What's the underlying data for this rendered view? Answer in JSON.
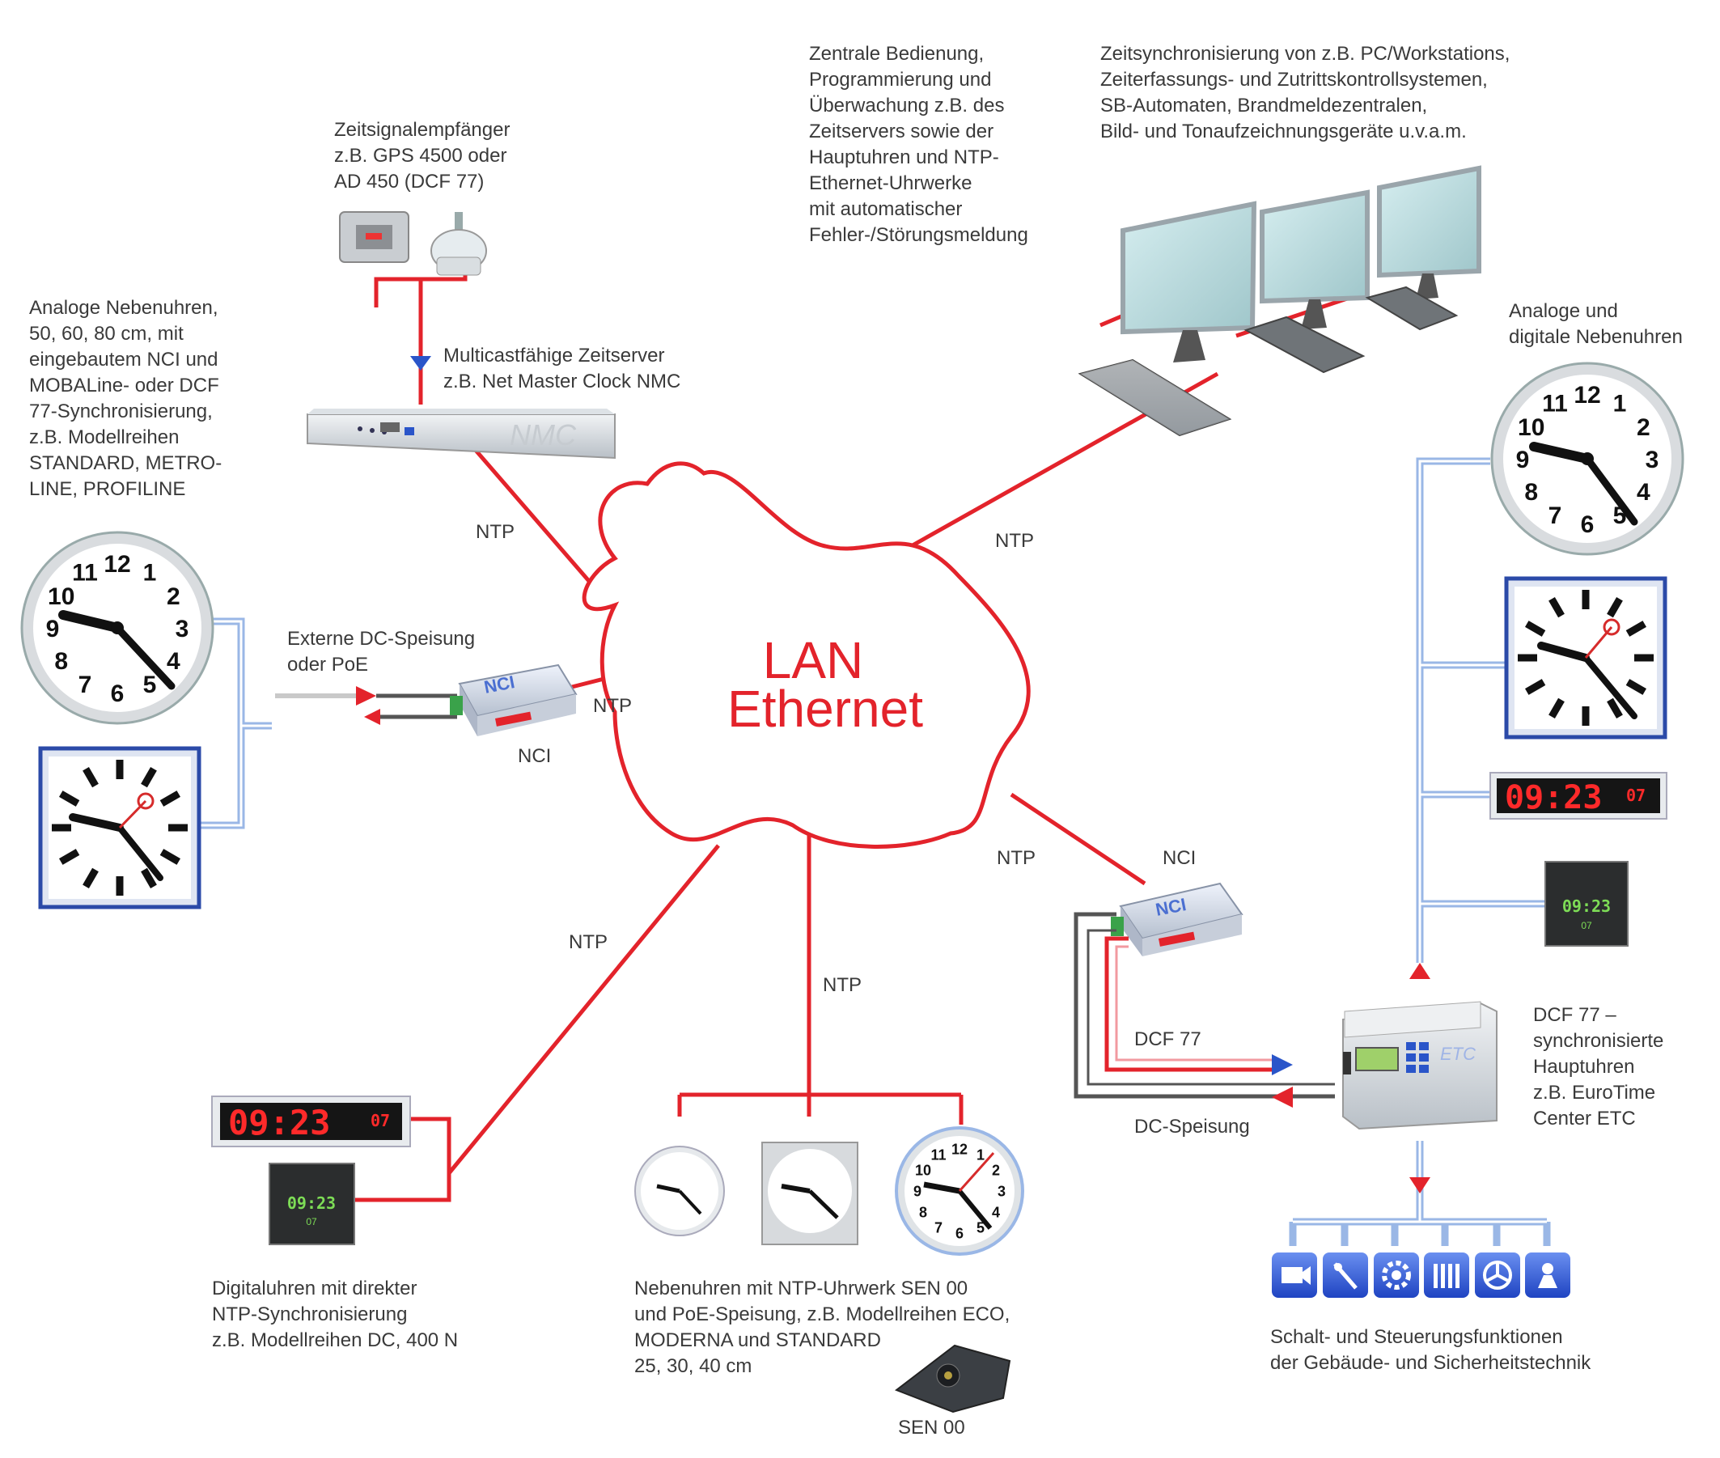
{
  "cloud": {
    "line1": "LAN",
    "line2": "Ethernet"
  },
  "labels": {
    "receiver": [
      "Zeitsignalempfänger",
      "z.B. GPS 4500 oder",
      "AD 450 (DCF 77)"
    ],
    "timeserver": [
      "Multicastfähige Zeitserver",
      "z.B. Net Master Clock NMC"
    ],
    "central": [
      "Zentrale Bedienung,",
      "Programmierung und",
      "Überwachung z.B. des",
      "Zeitservers sowie der",
      "Hauptuhren und NTP-",
      "Ethernet-Uhrwerke",
      "mit automatischer",
      "Fehler-/Störungsmeldung"
    ],
    "sync": [
      "Zeitsynchronisierung von z.B. PC/Workstations,",
      "Zeiterfassungs- und Zutrittskontrollsystemen,",
      "SB-Automaten, Brandmeldezentralen,",
      "Bild- und Tonaufzeichnungsgeräte u.v.a.m."
    ],
    "analog_left": [
      "Analoge Nebenuhren,",
      "50, 60, 80 cm, mit",
      "eingebautem NCI und",
      "MOBALine- oder DCF",
      "77-Synchronisierung,",
      "z.B. Modellreihen",
      "STANDARD, METRO-",
      "LINE, PROFILINE"
    ],
    "analog_right": [
      "Analoge und",
      "digitale Nebenuhren"
    ],
    "external_power": [
      "Externe DC-Speisung",
      "oder PoE"
    ],
    "nci_left": "NCI",
    "nci_right": "NCI",
    "dcf77": "DCF 77",
    "dc_supply": "DC-Speisung",
    "master_clocks": [
      "DCF 77 –",
      "synchronisierte",
      "Hauptuhren",
      "z.B. EuroTime",
      "Center ETC"
    ],
    "digital_clocks": [
      "Digitaluhren mit direkter",
      "NTP-Synchronisierung",
      "z.B. Modellreihen DC, 400 N"
    ],
    "ntp_clocks": [
      "Nebenuhren mit NTP-Uhrwerk SEN 00",
      "und PoE-Speisung, z.B. Modellreihen ECO,",
      "MODERNA und STANDARD",
      "25, 30, 40 cm"
    ],
    "sen00": "SEN 00",
    "building": [
      "Schalt- und Steuerungsfunktionen",
      "der Gebäude- und Sicherheitstechnik"
    ]
  },
  "ntp_labels": {
    "nmc": "NTP",
    "pcs": "NTP",
    "nci_left": "NTP",
    "nci_right": "NTP",
    "digital": "NTP",
    "bottom": "NTP"
  },
  "device_text": {
    "nmc": "NMC",
    "nci": "NCI",
    "etc": "ETC"
  },
  "displays": {
    "led_time": "09:23",
    "led_seconds": "07",
    "square_time": "09:23",
    "square_seconds": "07"
  },
  "clock_numbers": [
    "12",
    "1",
    "2",
    "3",
    "4",
    "5",
    "6",
    "7",
    "8",
    "9",
    "10",
    "11"
  ],
  "colors": {
    "network": "#e3232b",
    "clock_wiring": "#9ab7e6",
    "power": "#555555",
    "arrow_blue": "#2a55c9"
  },
  "icons": [
    "camera-icon",
    "barrier-icon",
    "gear-icon",
    "heater-icon",
    "fan-icon",
    "light-icon"
  ]
}
